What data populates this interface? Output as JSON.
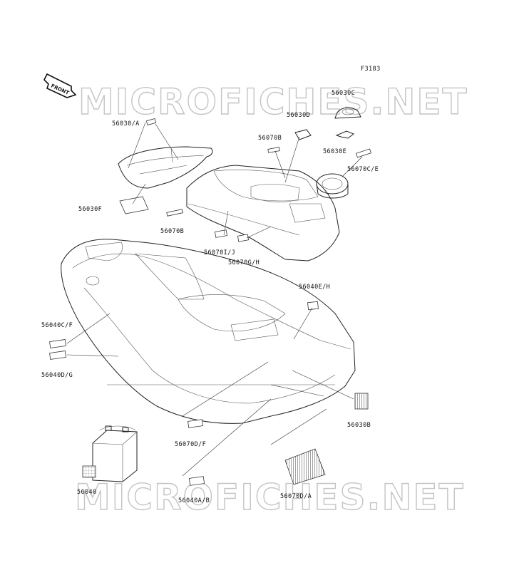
{
  "figure_code": "F3183",
  "front_arrow": "FRONT",
  "watermark_text": "MICROFICHES.NET",
  "parts": [
    {
      "id": "p1",
      "label": "56030C"
    },
    {
      "id": "p2",
      "label": "56030D"
    },
    {
      "id": "p3",
      "label": "56030/A"
    },
    {
      "id": "p4",
      "label": "56070B"
    },
    {
      "id": "p5",
      "label": "56030E"
    },
    {
      "id": "p6",
      "label": "56070C/E"
    },
    {
      "id": "p7",
      "label": "56030F"
    },
    {
      "id": "p8",
      "label": "56070B"
    },
    {
      "id": "p9",
      "label": "56070I/J"
    },
    {
      "id": "p10",
      "label": "56070G/H"
    },
    {
      "id": "p11",
      "label": "56040E/H"
    },
    {
      "id": "p12",
      "label": "56040C/F"
    },
    {
      "id": "p13",
      "label": "56040D/G"
    },
    {
      "id": "p14",
      "label": "56030B"
    },
    {
      "id": "p15",
      "label": "56070D/F"
    },
    {
      "id": "p16",
      "label": "56040"
    },
    {
      "id": "p17",
      "label": "56070D/A"
    },
    {
      "id": "p18",
      "label": "56040A/B"
    }
  ]
}
